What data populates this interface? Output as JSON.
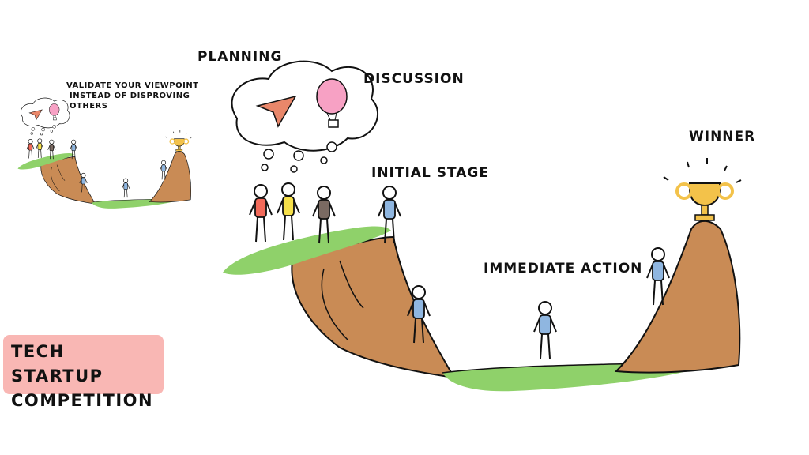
{
  "labels": {
    "planning": "PLANNING",
    "discussion": "DISCUSSION",
    "initial_stage": "INITIAL STAGE",
    "immediate_action": "IMMEDIATE ACTION",
    "winner": "WINNER"
  },
  "quote": {
    "lines": [
      "VALIDATE YOUR VIEWPOINT",
      "INSTEAD OF DISPROVING",
      "OTHERS"
    ]
  },
  "badge": {
    "lines": [
      "TECH STARTUP",
      "COMPETITION"
    ]
  },
  "colors": {
    "grass": "#8fd16a",
    "dirt": "#c98b55",
    "badge": "#f9b7b4",
    "trophy": "#f3c24a",
    "balloon": "#f7a1c4",
    "plane": "#e9876a"
  }
}
